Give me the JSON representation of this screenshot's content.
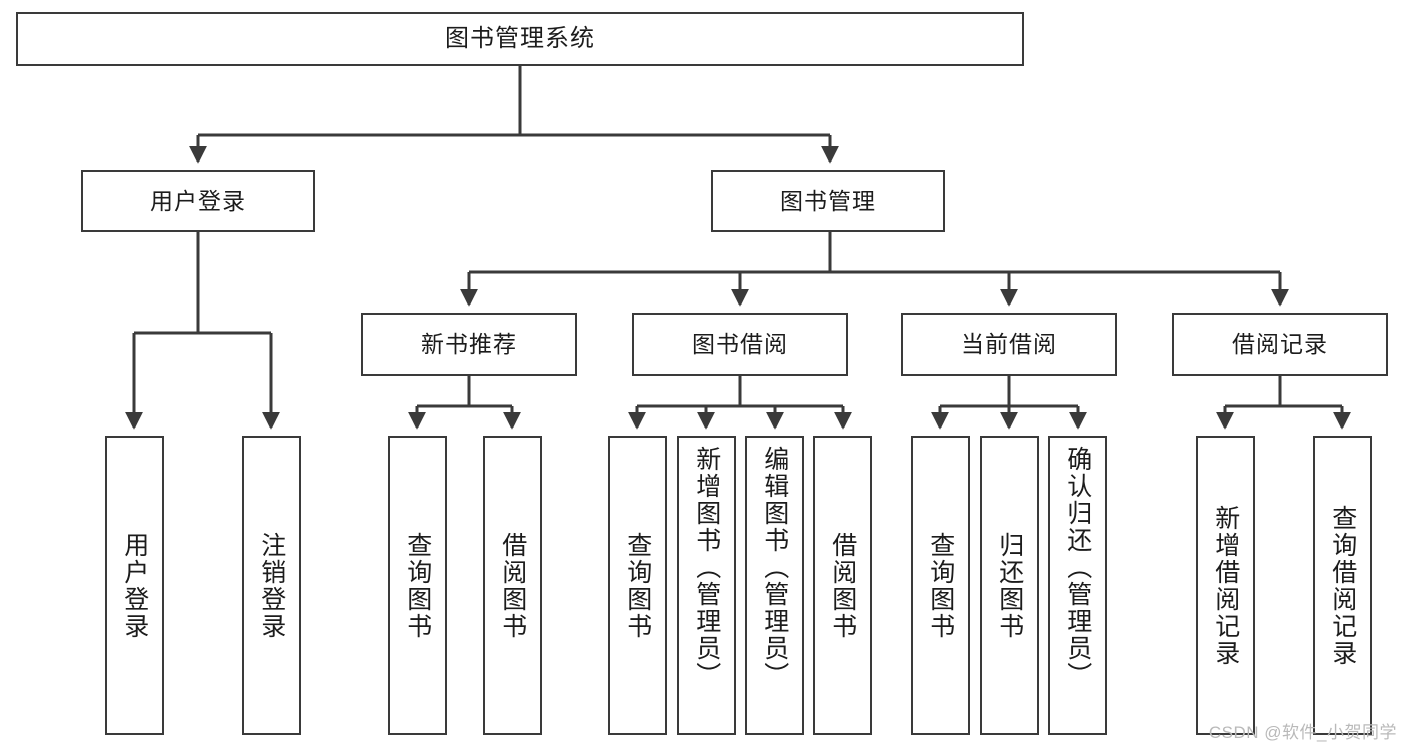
{
  "diagram": {
    "title": "图书管理系统",
    "watermark": "CSDN @软件_小贺同学",
    "colors": {
      "stroke": "#3a3a3a",
      "fill": "#ffffff",
      "text": "#1c1c1c",
      "watermark": "#b9b9b9"
    },
    "root": {
      "label": "图书管理系统"
    },
    "level2": [
      {
        "label": "用户登录"
      },
      {
        "label": "图书管理"
      }
    ],
    "level3": [
      {
        "label": "新书推荐"
      },
      {
        "label": "图书借阅"
      },
      {
        "label": "当前借阅"
      },
      {
        "label": "借阅记录"
      }
    ],
    "leaves": {
      "user_login": [
        {
          "label": "用户登录"
        },
        {
          "label": "注销登录"
        }
      ],
      "new_book": [
        {
          "label": "查询图书"
        },
        {
          "label": "借阅图书"
        }
      ],
      "borrow": [
        {
          "label": "查询图书"
        },
        {
          "label": "新增图书（管理员）"
        },
        {
          "label": "编辑图书（管理员）"
        },
        {
          "label": "借阅图书"
        }
      ],
      "current": [
        {
          "label": "查询图书"
        },
        {
          "label": "归还图书"
        },
        {
          "label": "确认归还（管理员）"
        }
      ],
      "records": [
        {
          "label": "新增借阅记录"
        },
        {
          "label": "查询借阅记录"
        }
      ]
    }
  }
}
